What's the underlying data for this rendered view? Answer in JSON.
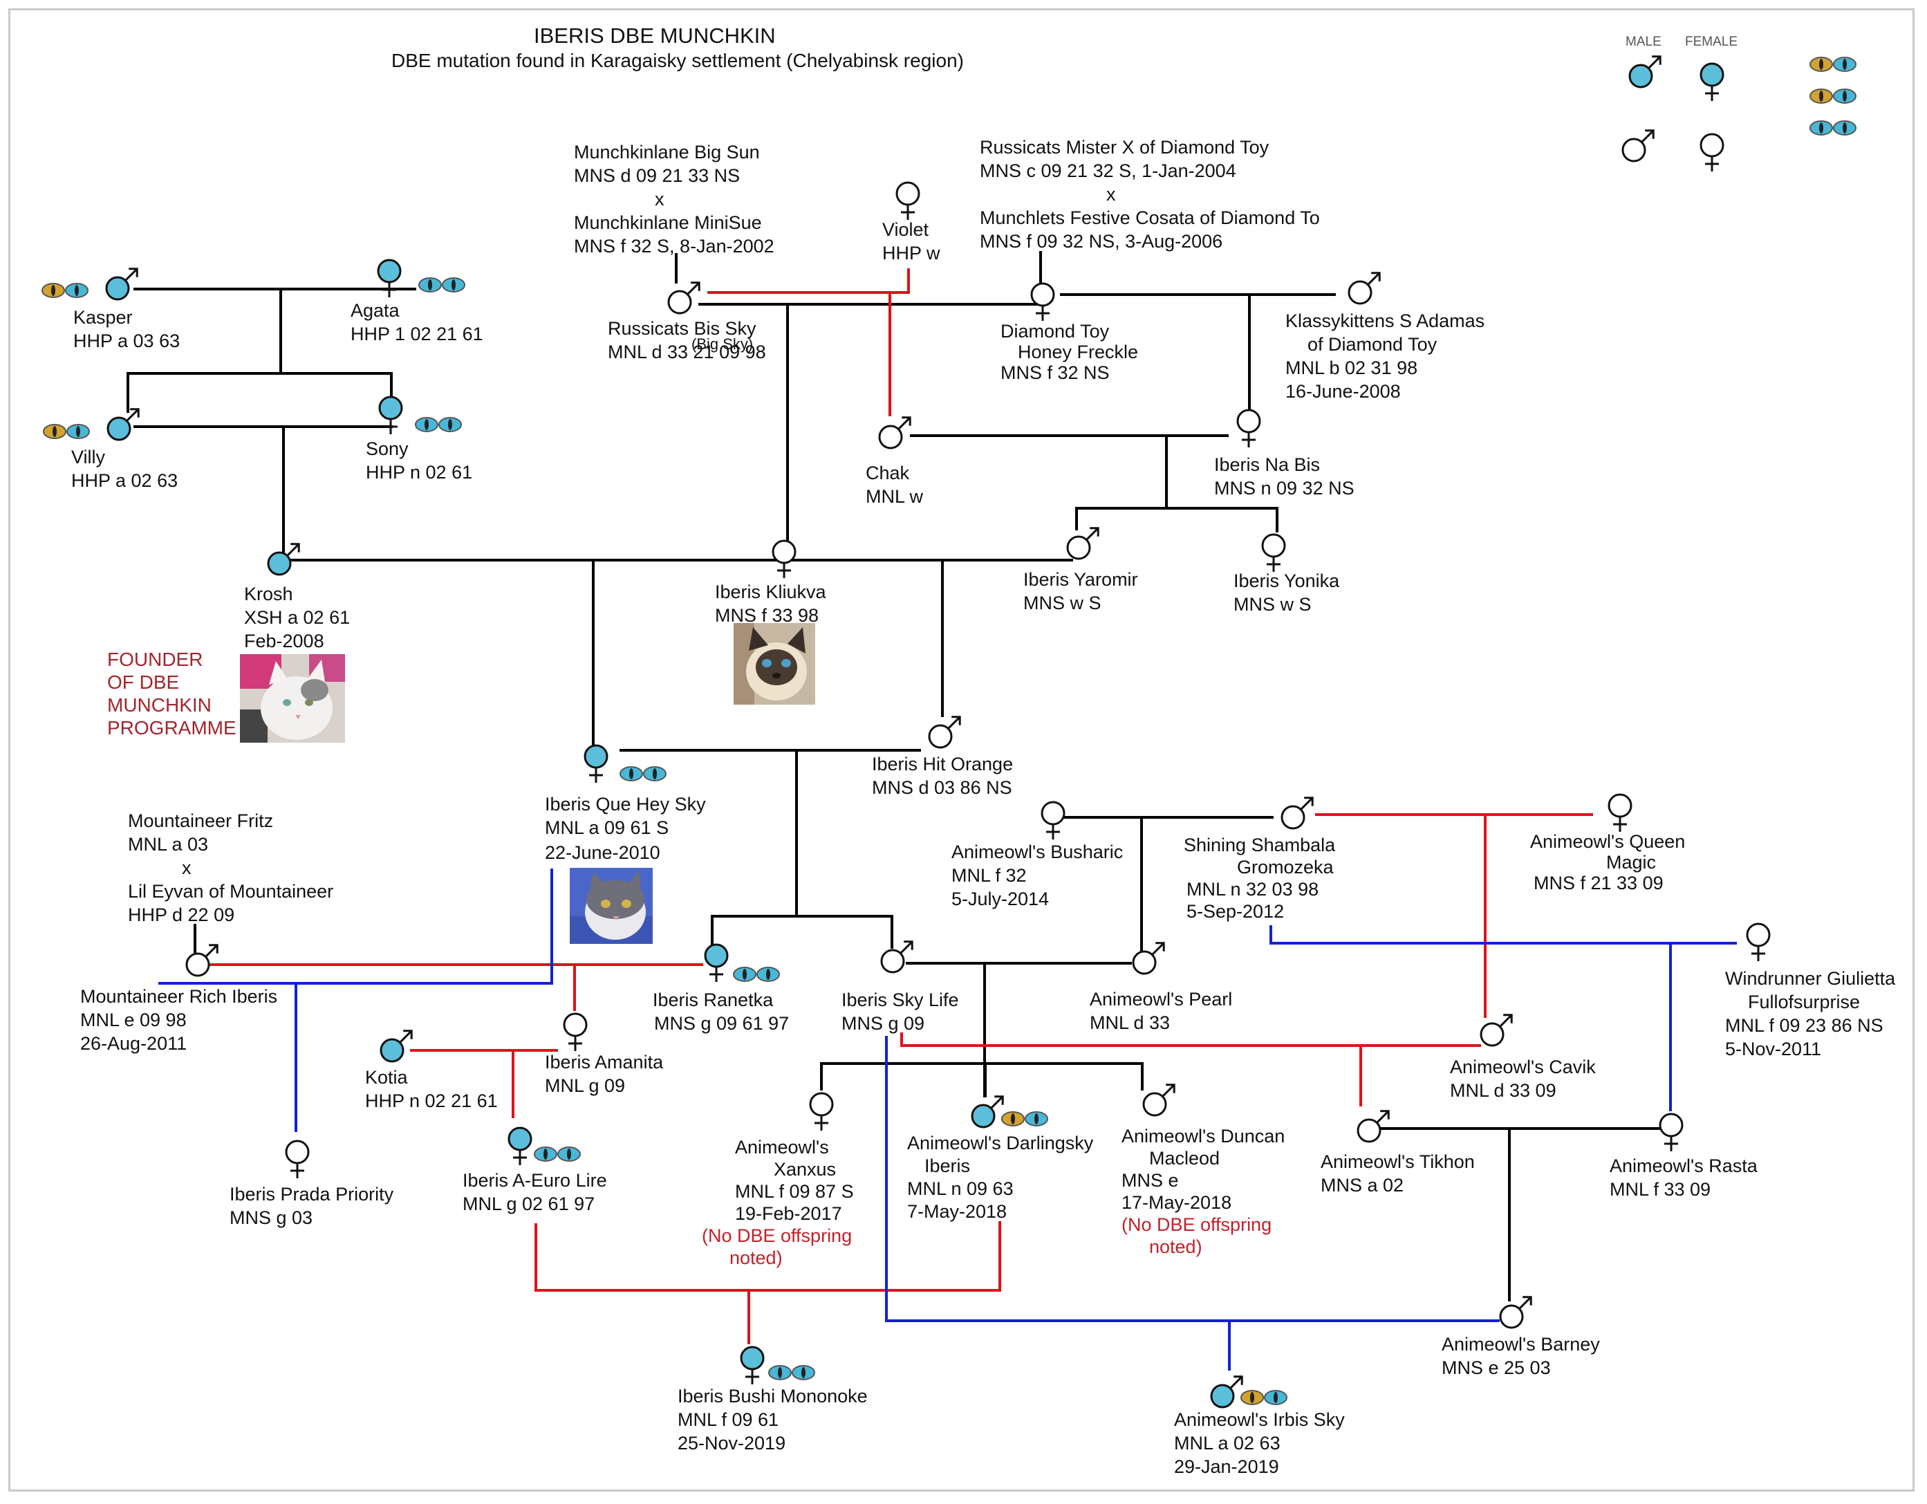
{
  "title": "IBERIS DBE MUNCHKIN",
  "subtitle": "DBE mutation found in Karagaisky settlement (Chelyabinsk region)",
  "legend": {
    "male_label": "MALE",
    "female_label": "FEMALE",
    "eye_combos": [
      "odd-eyed (gold + blue)",
      "odd-eyed (gold + blue)",
      "blue + blue"
    ],
    "symbols": [
      "blue-filled male",
      "blue-filled female",
      "plain male",
      "plain female"
    ]
  },
  "founder_note": [
    "FOUNDER",
    "OF DBE",
    "MUNCHKIN",
    "PROGRAMME"
  ],
  "colors": {
    "dbe_fill": "#5bbfdb",
    "red_line": "#e0111b",
    "blue_line": "#1420d4",
    "black_line": "#000000",
    "gold_eye": "#d3a32e",
    "blue_eye": "#47b8d8",
    "note_red": "#c0222a"
  },
  "cats": {
    "kasper": {
      "lines": [
        "Kasper",
        "HHP a 03 63"
      ],
      "sex": "male",
      "dbe": true,
      "eyes": "odd"
    },
    "agata": {
      "lines": [
        "Agata",
        "HHP 1 02 21 61"
      ],
      "sex": "female",
      "dbe": true,
      "eyes": "blue"
    },
    "villy": {
      "lines": [
        "Villy",
        "HHP a 02 63"
      ],
      "sex": "male",
      "dbe": true,
      "eyes": "odd"
    },
    "sony": {
      "lines": [
        "Sony",
        "HHP n 02 61"
      ],
      "sex": "female",
      "dbe": true,
      "eyes": "blue"
    },
    "krosh": {
      "lines": [
        "Krosh",
        "XSH a 02  61",
        "Feb-2008"
      ],
      "sex": "male",
      "dbe": true
    },
    "bigsun": {
      "lines": [
        "Munchkinlane Big Sun",
        "MNS d 09 21 33 NS",
        "x",
        "Munchkinlane MiniSue",
        "MNS f 32 S, 8-Jan-2002"
      ]
    },
    "bissky": {
      "lines": [
        "Russicats Bis Sky",
        "MNL d 33 21 09 98"
      ],
      "alias": "(Big Sky)",
      "sex": "male",
      "dbe": false
    },
    "violet": {
      "lines": [
        "Violet",
        "HHP w"
      ],
      "sex": "female",
      "dbe": false
    },
    "misterx": {
      "lines": [
        "Russicats Mister X of Diamond Toy",
        "MNS c 09 21 32 S, 1-Jan-2004",
        "x",
        "Munchlets Festive Cosata of Diamond To",
        "MNS f 09 32 NS, 3-Aug-2006"
      ]
    },
    "diamond": {
      "lines": [
        "Diamond Toy",
        "Honey Freckle",
        "MNS f 32 NS"
      ],
      "sex": "female",
      "dbe": false
    },
    "adamas": {
      "lines": [
        "Klassykittens S Adamas",
        "of Diamond Toy",
        "MNL b 02 31 98",
        "16-June-2008"
      ],
      "sex": "male",
      "dbe": false
    },
    "chak": {
      "lines": [
        "Chak",
        "MNL w"
      ],
      "sex": "male",
      "dbe": false
    },
    "nabis": {
      "lines": [
        "Iberis Na Bis",
        "MNS n 09 32 NS"
      ],
      "sex": "female",
      "dbe": false
    },
    "kliukva": {
      "lines": [
        "Iberis Kliukva",
        "MNS f 33 98"
      ],
      "sex": "female",
      "dbe": false
    },
    "yaromir": {
      "lines": [
        "Iberis Yaromir",
        "MNS w S"
      ],
      "sex": "male",
      "dbe": false
    },
    "yonika": {
      "lines": [
        "Iberis Yonika",
        "MNS w S"
      ],
      "sex": "female",
      "dbe": false
    },
    "queheysky": {
      "lines": [
        "Iberis Que Hey Sky",
        "MNL a 09 61 S",
        "22-June-2010"
      ],
      "sex": "female",
      "dbe": true,
      "eyes": "blue"
    },
    "hitorange": {
      "lines": [
        "Iberis Hit Orange",
        "MNS d 03 86 NS"
      ],
      "sex": "male",
      "dbe": false
    },
    "fritz": {
      "lines": [
        "Mountaineer Fritz",
        "MNL a 03",
        "x",
        "Lil Eyvan of Mountaineer",
        "HHP d 22 09"
      ]
    },
    "rich": {
      "lines": [
        "Mountaineer Rich Iberis",
        "MNL e 09 98",
        "26-Aug-2011"
      ],
      "sex": "male",
      "dbe": false
    },
    "busharic": {
      "lines": [
        "Animeowl's Busharic",
        "MNL f 32",
        "5-July-2014"
      ],
      "sex": "female",
      "dbe": false
    },
    "shambala": {
      "lines": [
        "Shining Shambala",
        "Gromozeka",
        "MNL n 32 03 98",
        "5-Sep-2012"
      ],
      "sex": "male",
      "dbe": false
    },
    "queenmagic": {
      "lines": [
        "Animeowl's Queen",
        "Magic",
        "MNS f 21 33 09"
      ],
      "sex": "female",
      "dbe": false
    },
    "giulietta": {
      "lines": [
        "Windrunner Giulietta",
        "Fullofsurprise",
        "MNL f 09 23 86 NS",
        "5-Nov-2011"
      ],
      "sex": "female",
      "dbe": false
    },
    "ranetka": {
      "lines": [
        "Iberis Ranetka",
        "MNS g 09 61 97"
      ],
      "sex": "female",
      "dbe": true,
      "eyes": "blue"
    },
    "skylife": {
      "lines": [
        "Iberis Sky Life",
        "MNS g 09"
      ],
      "sex": "male",
      "dbe": false
    },
    "pearl": {
      "lines": [
        "Animeowl's Pearl",
        "MNL d 33"
      ],
      "sex": "male",
      "dbe": false
    },
    "amanita": {
      "lines": [
        "Iberis Amanita",
        "MNL g 09"
      ],
      "sex": "female",
      "dbe": false
    },
    "kotia": {
      "lines": [
        "Kotia",
        "HHP n 02 21 61"
      ],
      "sex": "male",
      "dbe": true
    },
    "cavik": {
      "lines": [
        "Animeowl's Cavik",
        "MNL d 33 09"
      ],
      "sex": "male",
      "dbe": false
    },
    "prada": {
      "lines": [
        "Iberis Prada Priority",
        "MNS g 03"
      ],
      "sex": "female",
      "dbe": false
    },
    "eurolire": {
      "lines": [
        "Iberis A-Euro Lire",
        "MNL g 02 61 97"
      ],
      "sex": "female",
      "dbe": true,
      "eyes": "blue"
    },
    "xanxus": {
      "lines": [
        "Animeowl's",
        "Xanxus",
        "MNL f 09 87 S",
        "19-Feb-2017"
      ],
      "note": [
        "(No DBE offspring",
        "noted)"
      ],
      "sex": "female",
      "dbe": false
    },
    "darlingsky": {
      "lines": [
        "Animeowl's Darlingsky",
        "Iberis",
        "MNL n 09 63",
        "7-May-2018"
      ],
      "sex": "male",
      "dbe": true,
      "eyes": "odd"
    },
    "duncan": {
      "lines": [
        "Animeowl's Duncan",
        "Macleod",
        "MNS e",
        "17-May-2018"
      ],
      "note": [
        "(No DBE offspring",
        "noted)"
      ],
      "sex": "male",
      "dbe": false
    },
    "tikhon": {
      "lines": [
        "Animeowl's Tikhon",
        "MNS a 02"
      ],
      "sex": "male",
      "dbe": false
    },
    "rasta": {
      "lines": [
        "Animeowl's Rasta",
        "MNL f 33 09"
      ],
      "sex": "female",
      "dbe": false
    },
    "barney": {
      "lines": [
        "Animeowl's Barney",
        "MNS e 25 03"
      ],
      "sex": "male",
      "dbe": false
    },
    "bushi": {
      "lines": [
        "Iberis Bushi Mononoke",
        "MNL f 09 61",
        "25-Nov-2019"
      ],
      "sex": "female",
      "dbe": true,
      "eyes": "blue"
    },
    "irbis": {
      "lines": [
        "Animeowl's Irbis Sky",
        "MNL a 02 63",
        "29-Jan-2019"
      ],
      "sex": "male",
      "dbe": true,
      "eyes": "odd"
    }
  }
}
